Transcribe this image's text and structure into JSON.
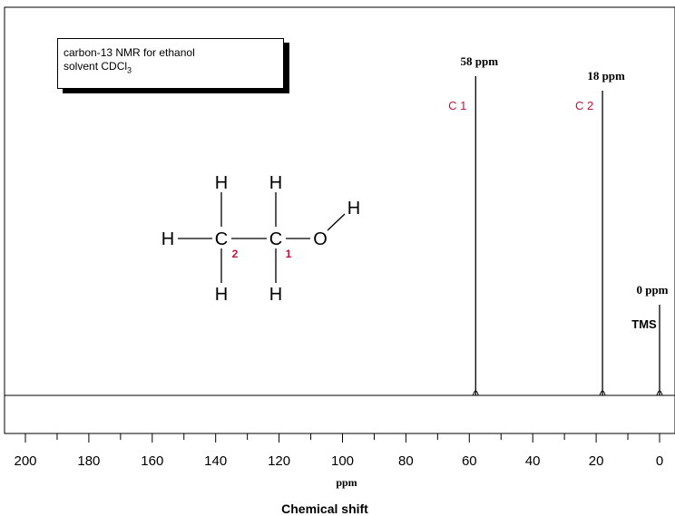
{
  "chart_data": {
    "type": "line",
    "title": "",
    "xlabel": "Chemical shift",
    "x_unit": "ppm",
    "xlim": [
      200,
      0
    ],
    "xticks": [
      200,
      180,
      160,
      140,
      120,
      100,
      80,
      60,
      40,
      20,
      0
    ],
    "grid": false,
    "legend_box": {
      "line1": "carbon-13 NMR for ethanol",
      "line2_prefix": "solvent CDCl",
      "line2_subscript": "3"
    },
    "peaks": [
      {
        "shift": 58,
        "label": "58 ppm",
        "assignment": "C 1",
        "relative_height": 0.88
      },
      {
        "shift": 18,
        "label": "18 ppm",
        "assignment": "C 2",
        "relative_height": 0.84
      },
      {
        "shift": 0,
        "label": "0 ppm",
        "assignment": "TMS",
        "relative_height": 0.25
      }
    ],
    "molecule": {
      "atoms": [
        "H",
        "H",
        "H",
        "C",
        "C",
        "H",
        "H",
        "O",
        "H"
      ],
      "carbon_numbers": [
        "2",
        "1"
      ]
    }
  }
}
